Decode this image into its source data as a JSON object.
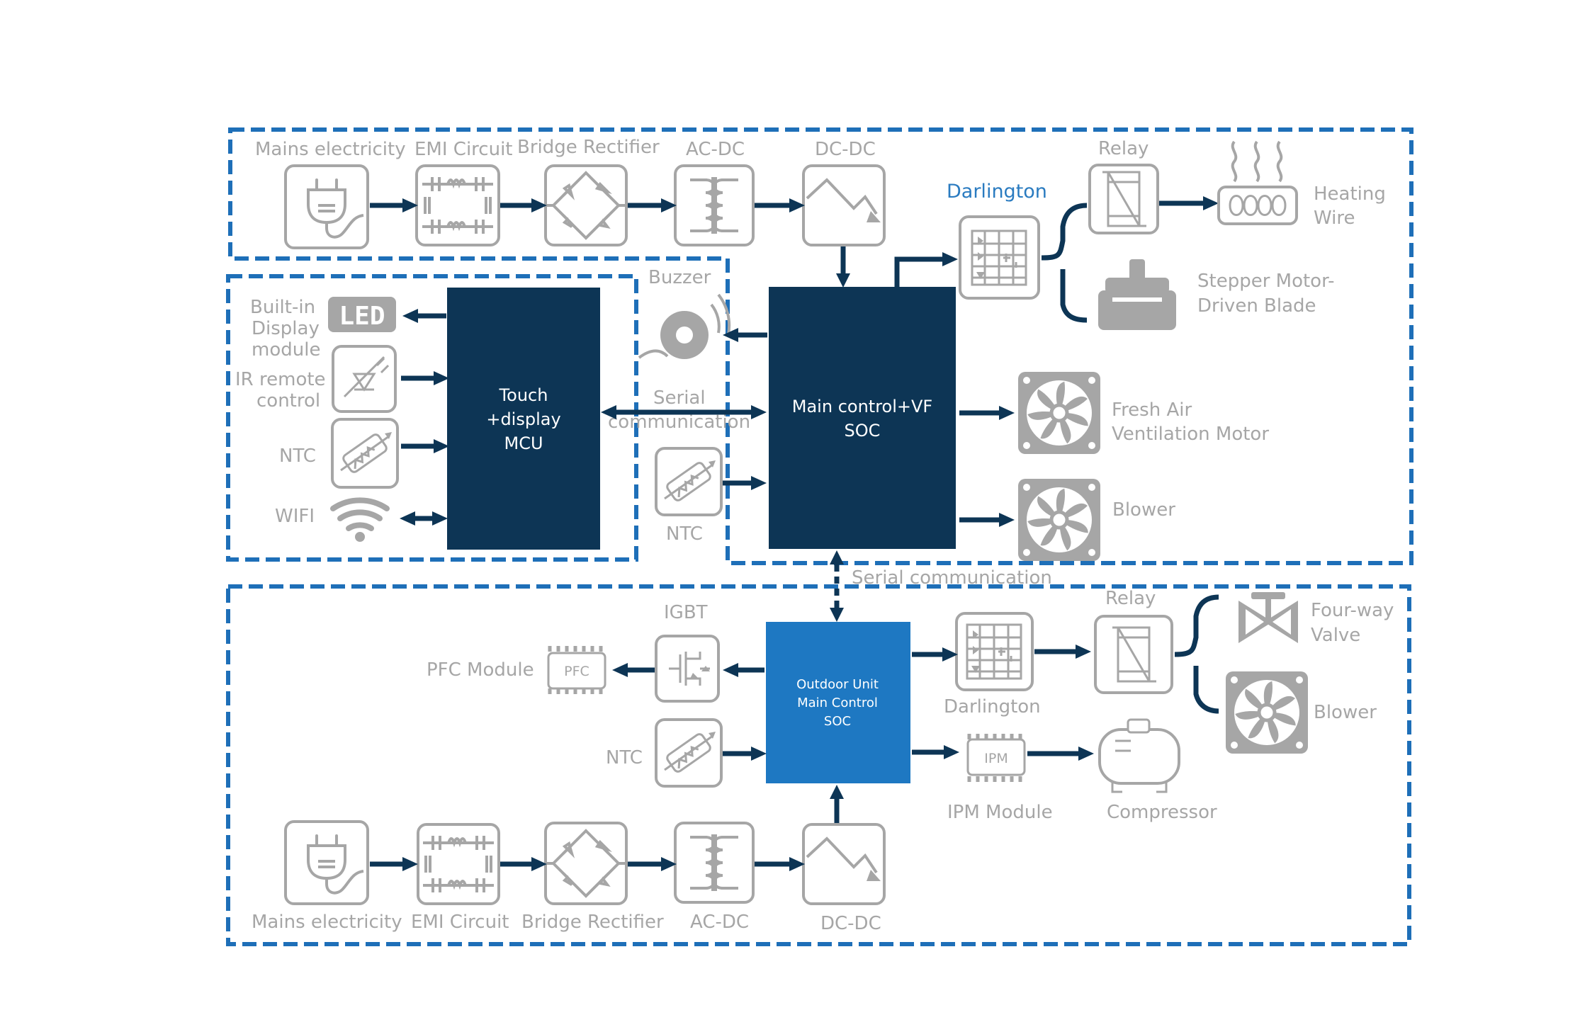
{
  "colors": {
    "dark_block": "#0d3555",
    "blue_block": "#1e78c2",
    "icon_gray": "#a6a6a6",
    "dashed_border": "#1e6fb8",
    "highlight_label": "#2a7bc0"
  },
  "power_chain_top": {
    "mains": "Mains electricity",
    "emi": "EMI Circuit",
    "rectifier": "Bridge Rectifier",
    "acdc": "AC-DC",
    "dcdc": "DC-DC"
  },
  "indoor_right": {
    "darlington": "Darlington",
    "relay": "Relay",
    "heating": [
      "Heating",
      "Wire"
    ],
    "stepper": [
      "Stepper Motor-",
      "Driven Blade"
    ],
    "fresh_air": [
      "Fresh Air",
      "Ventilation Motor"
    ],
    "blower": "Blower"
  },
  "main_soc": {
    "line1": "Main control+VF",
    "line2": "SOC"
  },
  "touch_mcu": {
    "line1": "Touch",
    "line2": "+display",
    "line3": "MCU"
  },
  "middle": {
    "buzzer": "Buzzer",
    "serial": [
      "Serial",
      "communication"
    ],
    "ntc": "NTC"
  },
  "indoor_left": {
    "display": [
      "Built-in",
      "Display",
      "module"
    ],
    "led": "LED",
    "ir": [
      "IR remote",
      "control"
    ],
    "ntc": "NTC",
    "wifi": "WIFI"
  },
  "serial_link": "Serial communication",
  "outdoor_soc": {
    "line1": "Outdoor Unit",
    "line2": "Main Control",
    "line3": "SOC"
  },
  "outdoor": {
    "igbt": "IGBT",
    "pfc_module": "PFC Module",
    "pfc_chip": "PFC",
    "ntc": "NTC",
    "darlington": "Darlington",
    "relay": "Relay",
    "four_way": [
      "Four-way",
      "Valve"
    ],
    "blower": "Blower",
    "ipm_chip": "IPM",
    "ipm_module": "IPM Module",
    "compressor": "Compressor"
  },
  "power_chain_bottom": {
    "mains": "Mains electricity",
    "emi": "EMI Circuit",
    "rectifier": "Bridge Rectifier",
    "acdc": "AC-DC",
    "dcdc": "DC-DC"
  }
}
